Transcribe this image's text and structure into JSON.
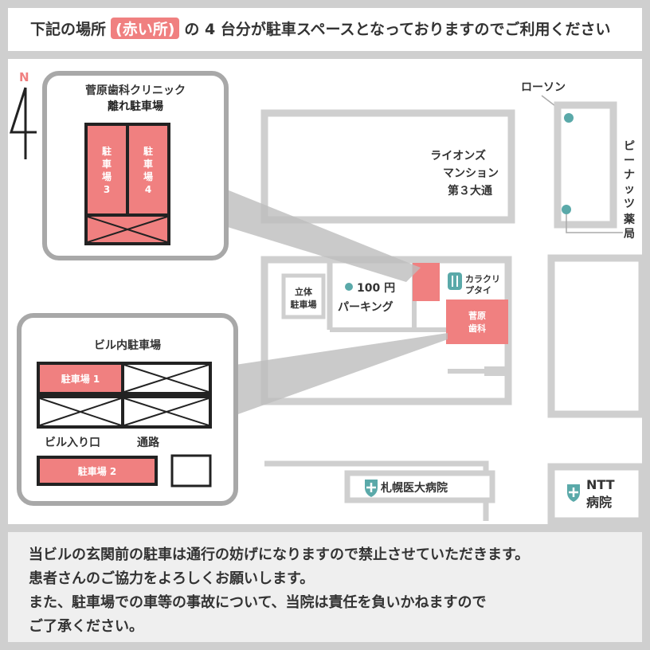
{
  "header": {
    "prefix": "下記の場所",
    "highlight": "(赤い所)",
    "suffix": "の 4 台分が駐車スペースとなっておりますのでご利用ください"
  },
  "compass": {
    "north": "N"
  },
  "annex_lot": {
    "title_line1": "菅原歯科クリニック",
    "title_line2": "離れ駐車場",
    "space3": [
      "駐",
      "車",
      "場",
      "3"
    ],
    "space4": [
      "駐",
      "車",
      "場",
      "4"
    ]
  },
  "building_lot": {
    "title": "ビル内駐車場",
    "space1": "駐車場 1",
    "space2": "駐車場 2",
    "entrance": "ビル入り口",
    "passage": "通路"
  },
  "places": {
    "lawson": "ローソン",
    "lions_1": "ライオンズ",
    "lions_2": "マンション",
    "lions_3": "第３大通",
    "peanuts_1": [
      "ピ",
      "ー",
      "ナ",
      "ッ",
      "ツ",
      "薬"
    ],
    "peanuts_2": "局",
    "tachitai_1": "立体",
    "tachitai_2": "駐車場",
    "hundred_yen_1": "100 円",
    "hundred_yen_2": "パーキング",
    "karakuri_1": "カラクリ",
    "karakuri_2": "プタイ",
    "sugawara_1": "菅原",
    "sugawara_2": "歯科",
    "sapporo_hospital": "札幌医大病院",
    "ntt_1": "NTT",
    "ntt_2": "病院"
  },
  "footer": {
    "line1": "当ビルの玄関前の駐車は通行の妨げになりますので禁止させていただきます。",
    "line2": "患者さんのご協力をよろしくお願いします。",
    "line3": "また、駐車場での車等の事故について、当院は責任を負いかねますので",
    "line4": "ご了承ください。"
  },
  "colors": {
    "parking_red": "#f08080",
    "road_gray": "#cfcfcf",
    "teal_marker": "#5aa9a9",
    "text": "#333333"
  }
}
